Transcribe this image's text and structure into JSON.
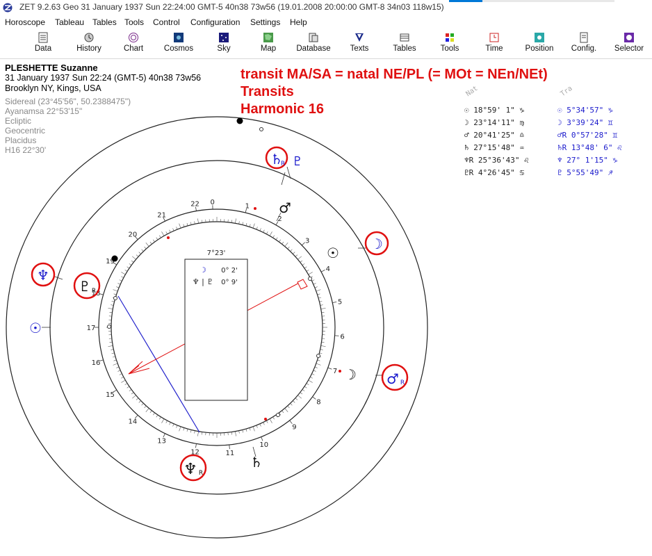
{
  "window": {
    "title": "ZET 9.2.63 Geo   31 January 1937  Sun  22:24:00 GMT-5 40n38  73w56  (19.01.2008  20:00:00 GMT-8 34n03 118w15)"
  },
  "menu": [
    "Horoscope",
    "Tableau",
    "Tables",
    "Tools",
    "Control",
    "Configuration",
    "Settings",
    "Help"
  ],
  "toolbar": [
    {
      "label": "Data",
      "icon": "data-icon"
    },
    {
      "label": "History",
      "icon": "history-icon"
    },
    {
      "label": "Chart",
      "icon": "chart-icon"
    },
    {
      "label": "Cosmos",
      "icon": "cosmos-icon"
    },
    {
      "label": "Sky",
      "icon": "sky-icon"
    },
    {
      "label": "Map",
      "icon": "map-icon"
    },
    {
      "label": "Database",
      "icon": "database-icon"
    },
    {
      "label": "Texts",
      "icon": "texts-icon"
    },
    {
      "label": "Tables",
      "icon": "tables-icon"
    },
    {
      "label": "Tools",
      "icon": "tools-icon"
    },
    {
      "label": "Time",
      "icon": "time-icon"
    },
    {
      "label": "Position",
      "icon": "position-icon"
    },
    {
      "label": "Config.",
      "icon": "config-icon"
    },
    {
      "label": "Selector",
      "icon": "selector-icon"
    }
  ],
  "person": {
    "name": "PLESHETTE Suzanne",
    "datetime": "31 January 1937  Sun  22:24 (GMT-5) 40n38  73w56",
    "place": "Brooklyn NY, Kings, USA",
    "settings": [
      "Sidereal (23°45'56\", 50.2388475\")",
      "Ayanamsa 22°53'15\"",
      "Ecliptic",
      "Geocentric",
      "Placidus",
      "H16  22°30'"
    ]
  },
  "annotation": {
    "line1": "transit MA/SA = natal NE/PL (= MOt = NEn/NEt)",
    "line2": "Transits",
    "line3": "Harmonic 16"
  },
  "positions": {
    "header_natal": "Nat",
    "header_transit": "Tra",
    "natal": [
      {
        "glyph": "☉",
        "value": "18°59' 1\"",
        "sign": "♑"
      },
      {
        "glyph": "☽",
        "value": "23°14'11\"",
        "sign": "♍"
      },
      {
        "glyph": "♂",
        "value": "20°41'25\"",
        "sign": "♎"
      },
      {
        "glyph": "♄",
        "value": "27°15'48\"",
        "sign": "♒"
      },
      {
        "glyph": "♆R",
        "value": "25°36'43\"",
        "sign": "♌"
      },
      {
        "glyph": "♇R",
        "value": " 4°26'45\"",
        "sign": "♋"
      }
    ],
    "transit": [
      {
        "glyph": "☉",
        "value": " 5°34'57\"",
        "sign": "♑"
      },
      {
        "glyph": "☽",
        "value": " 3°39'24\"",
        "sign": "♊"
      },
      {
        "glyph": "♂R",
        "value": " 0°57'28\"",
        "sign": "♊"
      },
      {
        "glyph": "♄R",
        "value": "13°48' 6\"",
        "sign": "♌"
      },
      {
        "glyph": "♆",
        "value": "27° 1'15\"",
        "sign": "♑"
      },
      {
        "glyph": "♇",
        "value": " 5°55'49\"",
        "sign": "♐"
      }
    ],
    "colors": {
      "natal": "#222222",
      "transit": "#1a1acc"
    }
  },
  "wheel": {
    "degree_labels": [
      "0",
      "1",
      "2",
      "3",
      "4",
      "5",
      "6",
      "7",
      "8",
      "9",
      "10",
      "11",
      "12",
      "13",
      "14",
      "15",
      "16",
      "17",
      "18",
      "19",
      "20",
      "21",
      "22"
    ],
    "center_box": {
      "title": "7°23'",
      "rows": [
        {
          "glyphs": "☽",
          "value": "0° 2'"
        },
        {
          "glyphs": "♆ | ♇",
          "value": "0° 9'"
        }
      ]
    },
    "planets": {
      "natal_saturn": "♄",
      "natal_mars": "♂",
      "natal_sun": "☉",
      "natal_moon": "☽",
      "natal_pluto": "♇",
      "natal_neptune": "♆",
      "transit_saturn": "♄",
      "transit_pluto": "♇",
      "transit_moon": "☽",
      "transit_neptune": "♆",
      "transit_sun": "☉",
      "transit_mars": "♂",
      "retro": "R"
    },
    "colors": {
      "highlight": "#e01010",
      "blue": "#1a1acc",
      "ring": "#222222",
      "arrow": "#e01010",
      "line": "#2222cc"
    }
  }
}
